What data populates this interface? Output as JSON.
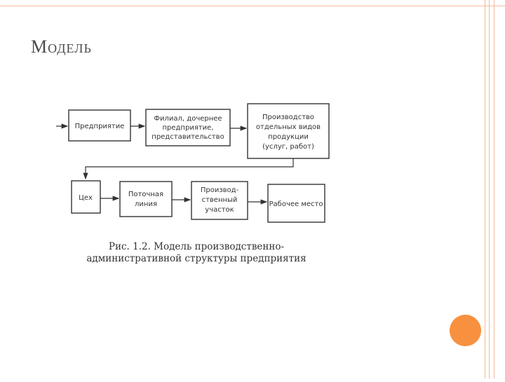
{
  "slide": {
    "title": "Модель"
  },
  "diagram": {
    "boxes": [
      {
        "id": "enterprise",
        "lines": [
          "Предприятие"
        ]
      },
      {
        "id": "branch",
        "lines": [
          "Филиал, дочернее",
          "предприятие,",
          "представительство"
        ]
      },
      {
        "id": "production",
        "lines": [
          "Производство",
          "отдельных видов",
          "продукции",
          "(услуг, работ)"
        ]
      },
      {
        "id": "workshop",
        "lines": [
          "Цех"
        ]
      },
      {
        "id": "line",
        "lines": [
          "Поточная",
          "линия"
        ]
      },
      {
        "id": "section",
        "lines": [
          "Производ-",
          "ственный",
          "участок"
        ]
      },
      {
        "id": "workplace",
        "lines": [
          "Рабочее место"
        ]
      }
    ],
    "caption": "Рис. 1.2. Модель производственно-административной структуры предприятия"
  },
  "colors": {
    "accent": "#f8913f",
    "frame": "#f4b99a"
  }
}
